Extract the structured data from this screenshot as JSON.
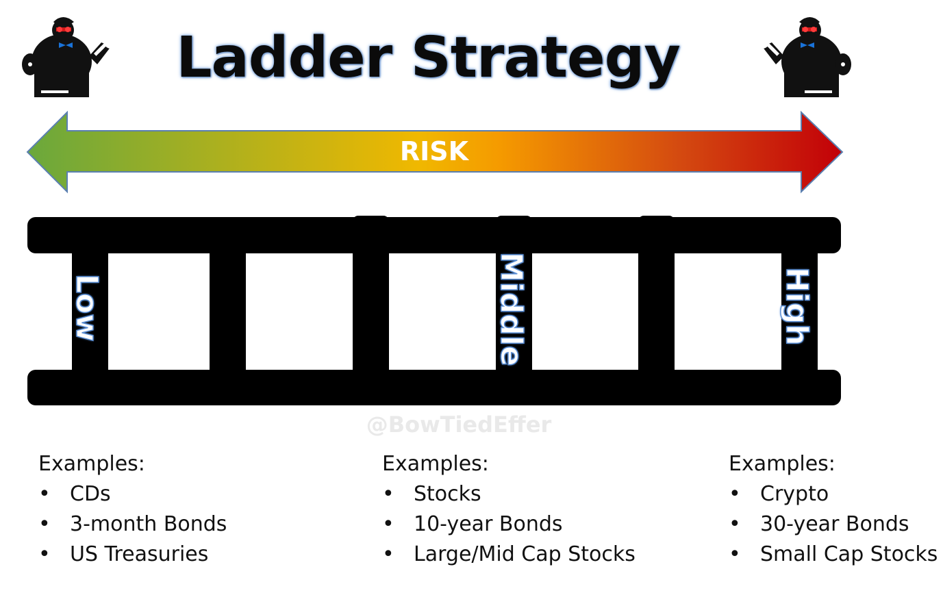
{
  "title": "Ladder Strategy",
  "risk": {
    "label": "RISK",
    "colors": [
      "#6aa83c",
      "#f0b800",
      "#f59a00",
      "#d44a10",
      "#c20008"
    ]
  },
  "ladder": {
    "labels": {
      "low": "Low",
      "middle": "Middle",
      "high": "High"
    }
  },
  "watermark": "@BowTiedEffer",
  "examples": {
    "heading": "Examples:",
    "bullet": "•",
    "low": [
      "CDs",
      "3-month Bonds",
      "US Treasuries"
    ],
    "middle": [
      "Stocks",
      "10-year Bonds",
      "Large/Mid Cap Stocks"
    ],
    "high": [
      "Crypto",
      "30-year Bonds",
      "Small Cap Stocks"
    ]
  },
  "icons": {
    "mascot_left": "muscle-man-mascot-icon",
    "mascot_right": "muscle-man-mascot-icon"
  }
}
